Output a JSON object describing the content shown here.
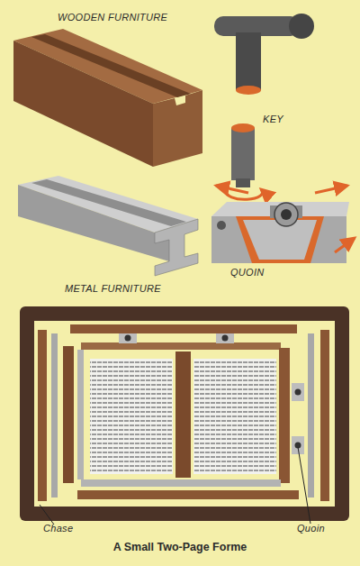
{
  "diagram": {
    "caption": "A Small Two-Page Forme",
    "labels": [
      "WOODEN FURNITURE",
      "KEY",
      "METAL FURNITURE",
      "QUOIN",
      "Chase",
      "Quoin"
    ]
  }
}
